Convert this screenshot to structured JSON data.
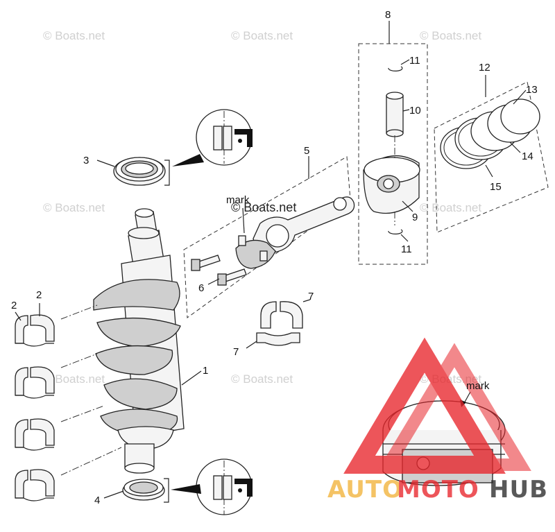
{
  "watermark": {
    "text": "© Boats.net",
    "brand_logo": {
      "part1": "AUTO",
      "part2": "MOTO",
      "part3": "HUB",
      "color_auto": "#f2b33a",
      "color_moto": "#e8262c",
      "color_hub": "#2b2b2b",
      "triangle_color": "#e8262c"
    }
  },
  "callouts": {
    "c1": "1",
    "c2a": "2",
    "c2b": "2",
    "c3": "3",
    "c4": "4",
    "c5": "5",
    "c6": "6",
    "c7a": "7",
    "c7b": "7",
    "c8": "8",
    "c9": "9",
    "c10": "10",
    "c11a": "11",
    "c11b": "11",
    "c12": "12",
    "c13": "13",
    "c14": "14",
    "c15": "15"
  },
  "labels": {
    "mark_rod": "mark",
    "mark_piston": "mark"
  }
}
